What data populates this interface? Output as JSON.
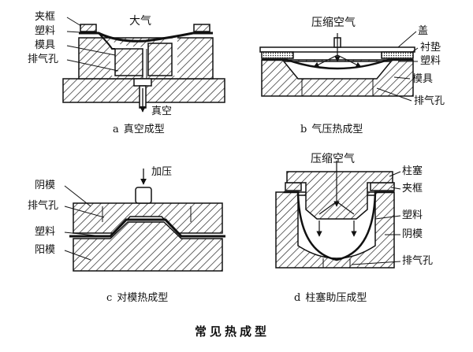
{
  "figure_title": "常见热成型",
  "panels": [
    {
      "tag": "a",
      "caption": "真空成型",
      "labels": {
        "clamp": "夹框",
        "plastic": "塑料",
        "mold": "模具",
        "vent": "排气孔",
        "atmosphere": "大气",
        "vacuum": "真空"
      }
    },
    {
      "tag": "b",
      "caption": "气压热成型",
      "labels": {
        "compressed_air": "压缩空气",
        "lid": "盖",
        "gasket": "衬垫",
        "plastic": "塑料",
        "mold": "模具",
        "vent": "排气孔"
      }
    },
    {
      "tag": "c",
      "caption": "对模热成型",
      "labels": {
        "press": "加压",
        "female_mold": "阴模",
        "vent": "排气孔",
        "plastic": "塑料",
        "male_mold": "阳模"
      }
    },
    {
      "tag": "d",
      "caption": "柱塞助压成型",
      "labels": {
        "compressed_air": "压缩空气",
        "plunger": "柱塞",
        "clamp": "夹框",
        "plastic": "塑料",
        "female_mold": "阴模",
        "vent": "排气孔"
      }
    }
  ]
}
